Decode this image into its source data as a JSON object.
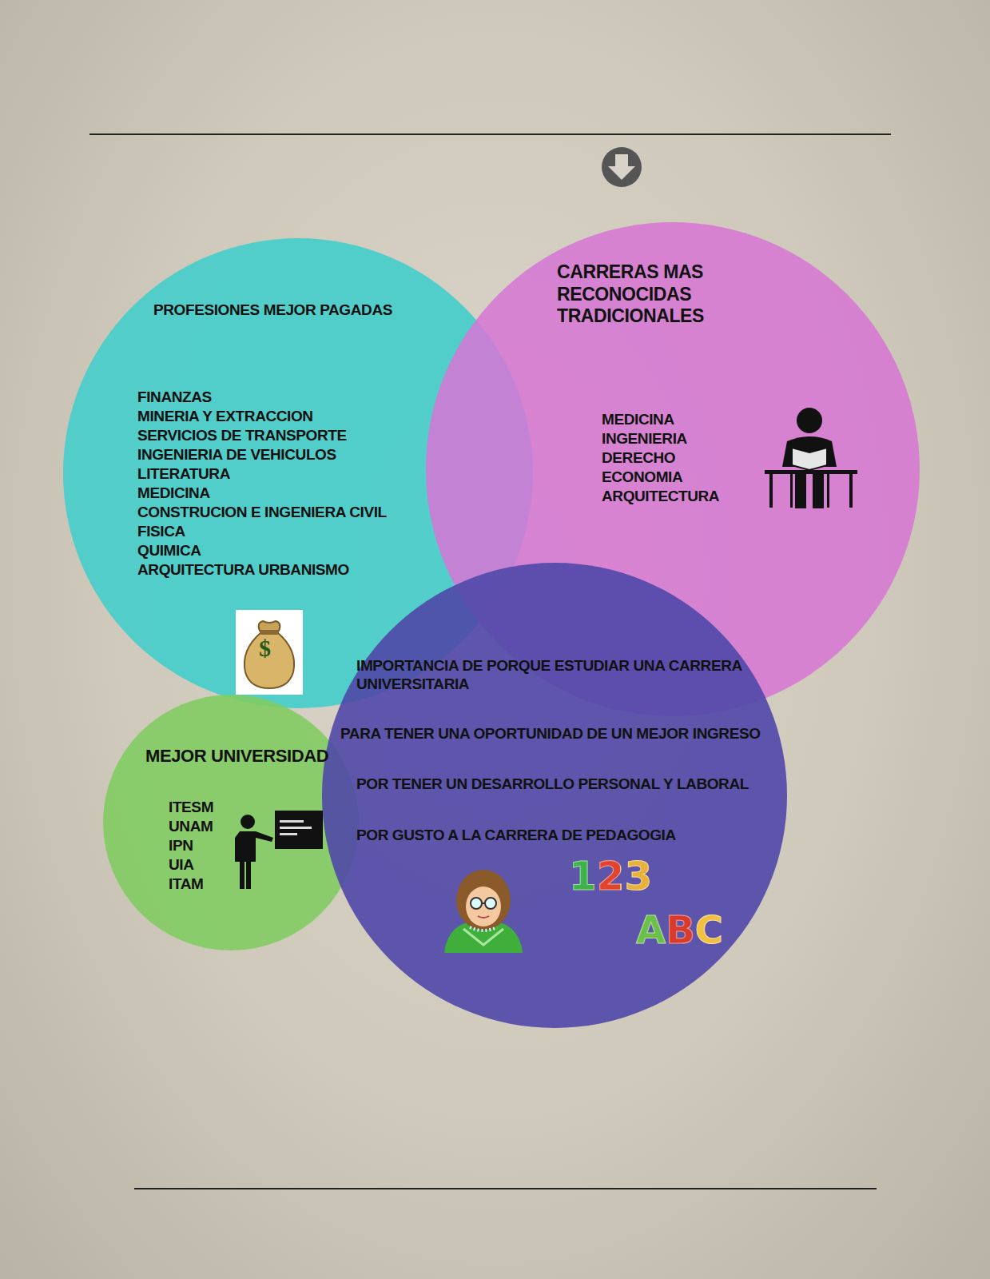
{
  "diagram": {
    "nodes": [
      {
        "text": [
          "PROFESIONES MEJOR PAGADAS",
          "FINANZAS",
          "MINERIA Y EXTRACCION",
          "SERVICIOS DE TRANSPORTE",
          "INGENIERIA DE VEHICULOS",
          "LITERATURA",
          "MEDICINA",
          "CONSTRUCION E INGENIERA CIVIL",
          "FISICA",
          "QUIMICA",
          "ARQUITECTURA URBANISMO"
        ]
      },
      {
        "text": [
          "CARRERAS MAS RECONOCIDAS TRADICIONALES",
          "MEDICINA",
          "INGENIERIA",
          "DERECHO",
          "ECONOMIA",
          "ARQUITECTURA"
        ]
      },
      {
        "text": [
          "MEJOR UNIVERSIDAD",
          "ITESM",
          "UNAM",
          "IPN",
          "UIA",
          "ITAM"
        ]
      },
      {
        "text": [
          "IMPORTANCIA DE PORQUE ESTUDIAR UNA CARRERA UNIVERSITARIA",
          "PARA TENER UNA OPORTUNIDAD DE UN MEJOR INGRESO",
          "POR TENER  UN DESARROLLO PERSONAL Y LABORAL",
          "POR GUSTO A LA CARRERA DE PEDAGOGIA",
          "123",
          "ABC"
        ]
      }
    ],
    "labels": [
      "$"
    ]
  }
}
